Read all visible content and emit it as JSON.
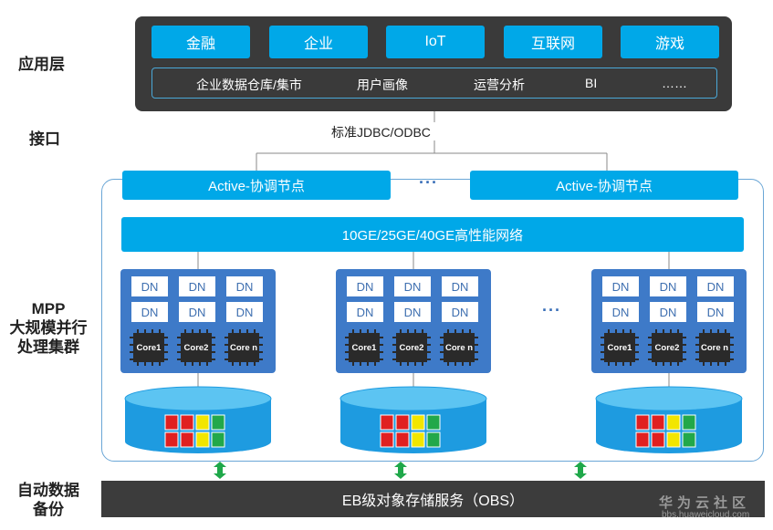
{
  "layers": {
    "application": "应用层",
    "interface": "接口",
    "mpp_line1": "MPP",
    "mpp_line2": "大规模并行",
    "mpp_line3": "处理集群",
    "backup_line1": "自动数据",
    "backup_line2": "备份"
  },
  "apps": [
    "金融",
    "企业",
    "IoT",
    "互联网",
    "游戏"
  ],
  "app_scenarios": [
    "企业数据仓库/集市",
    "用户画像",
    "运营分析",
    "BI",
    "……"
  ],
  "interface_label": "标准JDBC/ODBC",
  "coordinators": [
    "Active-协调节点",
    "Active-协调节点"
  ],
  "ellipsis_small": "···",
  "network_label": "10GE/25GE/40GE高性能网络",
  "node": {
    "dn_label": "DN",
    "cores": [
      "Core1",
      "Core2",
      "Core n"
    ]
  },
  "node_ellipsis": "···",
  "storage_label": "EB级对象存储服务（OBS）",
  "watermark": {
    "brand": "华为云社区",
    "url": "bbs.huaweicloud.com"
  },
  "colors": {
    "accent": "#00a8e8",
    "node_bg": "#3e7ac8",
    "dark_panel": "#3a3a3a",
    "arrow": "#1fa84a"
  }
}
